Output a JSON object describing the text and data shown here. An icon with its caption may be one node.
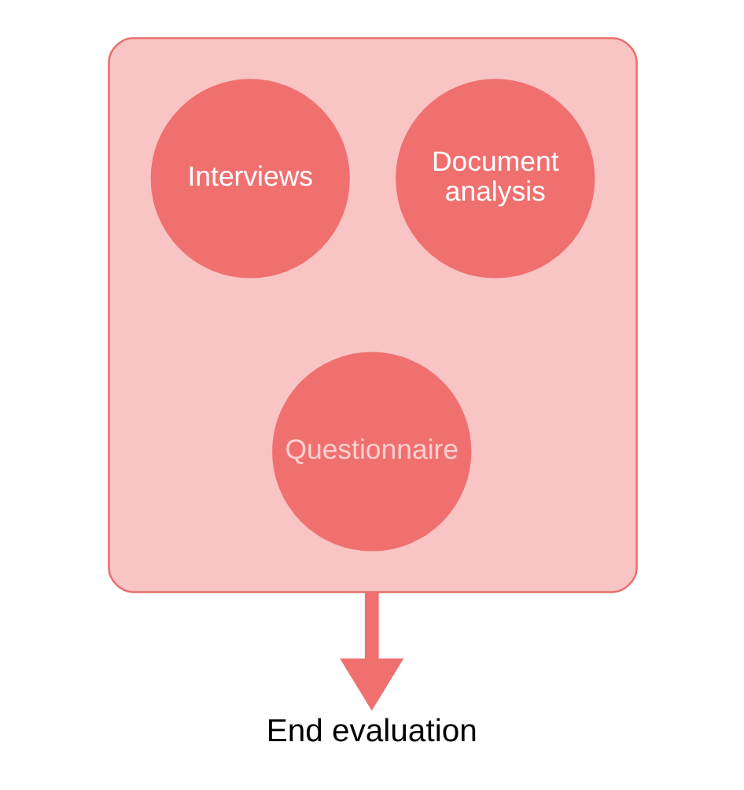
{
  "diagram": {
    "nodes": [
      {
        "text": [],
        "shape": "funnel"
      },
      {
        "text": [
          "Document analysis"
        ],
        "in": 0
      },
      {
        "text": [
          "Interviews"
        ],
        "in": 0
      },
      {
        "text": [
          "Questionnaire"
        ],
        "in": 0
      },
      {
        "text": [
          "End evaluation"
        ]
      }
    ],
    "edges": [
      {
        "from": 0,
        "to": 4,
        "arrow": "to"
      }
    ]
  }
}
